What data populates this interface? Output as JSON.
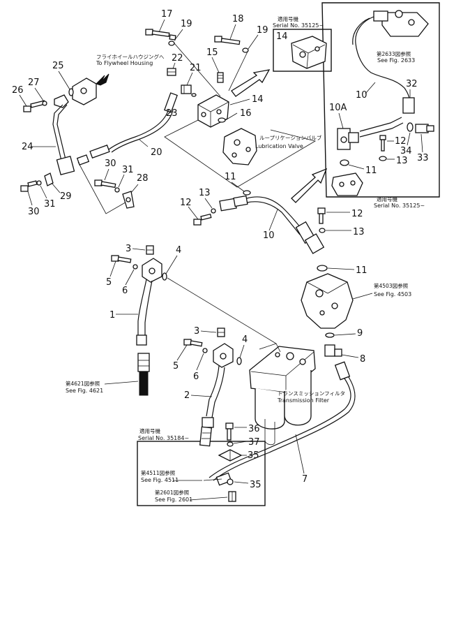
{
  "labels": {
    "p17": "17",
    "p19a": "19",
    "p18": "18",
    "p19b": "19",
    "p15": "15",
    "p22": "22",
    "p21": "21",
    "p25": "25",
    "p27": "27",
    "p26": "26",
    "p23": "23",
    "p14": "14",
    "p16": "16",
    "p24": "24",
    "p20": "20",
    "p30a": "30",
    "p31a": "31",
    "p28": "28",
    "p30b": "30",
    "p31b": "31",
    "p29": "29",
    "p11a": "11",
    "p13a": "13",
    "p12a": "12",
    "p10": "10",
    "p12b": "12",
    "p13b": "13",
    "p11b": "11",
    "p3a": "3",
    "p4a": "4",
    "p5a": "5",
    "p6a": "6",
    "p1": "1",
    "p9": "9",
    "p8": "8",
    "p3b": "3",
    "p4b": "4",
    "p5b": "5",
    "p6b": "6",
    "p2": "2",
    "p36": "36",
    "p37": "37",
    "p35a": "35",
    "p35b": "35",
    "p7": "7",
    "i14": "14",
    "i10": "10",
    "i32": "32",
    "i10a": "10A",
    "i12": "12",
    "i34": "34",
    "i13": "13",
    "i33": "33",
    "i11": "11"
  },
  "callouts": {
    "flywheel_jp": "フライホイールハウジングへ",
    "flywheel_en": "To Flywheel Housing",
    "lubvalve_jp": "ループリケーションバルブ",
    "lubvalve_en": "Lubrication Valve",
    "fig4503_jp": "第4503図参照",
    "fig4503_en": "See Fig. 4503",
    "fig4621_jp": "第4621図参照",
    "fig4621_en": "See Fig. 4621",
    "transfilter_jp": "トランスミッションフィルタ",
    "transfilter_en": "Transmission Filter",
    "fig4511_jp": "第4511図参照",
    "fig4511_en": "See Fig. 4511",
    "fig2601_jp": "第2601図参照",
    "fig2601_en": "See Fig. 2601"
  },
  "insets": {
    "top": {
      "jp": "適用号機",
      "serial": "Serial  No.  35125~"
    },
    "right": {
      "fig_jp": "第2633図参照",
      "fig_en": "See Fig. 2633",
      "jp": "適用号機",
      "serial": "Serial  No.  35125~"
    },
    "bottom": {
      "jp": "適用号機",
      "serial": "Serial  No.  35184~"
    }
  }
}
